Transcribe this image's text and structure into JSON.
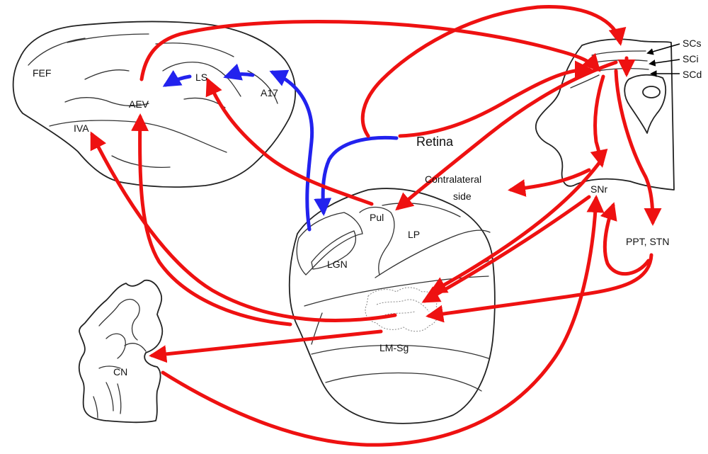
{
  "labels": {
    "fef": "FEF",
    "iva": "IVA",
    "aev": "AEV",
    "ls": "LS",
    "a17": "A17",
    "retina": "Retina",
    "contralateral_1": "Contralateral",
    "contralateral_2": "side",
    "pul": "Pul",
    "lp": "LP",
    "lgn": "LGN",
    "lm_sg": "LM-Sg",
    "scs": "SCs",
    "sci": "SCi",
    "scd": "SCd",
    "snr": "SNr",
    "ppt_stn": "PPT, STN",
    "cn": "CN"
  },
  "colors": {
    "excitatory_pathway": "#ee1111",
    "retinal_pathway": "#2222ee",
    "outline": "#222222",
    "pointer": "#000000"
  }
}
